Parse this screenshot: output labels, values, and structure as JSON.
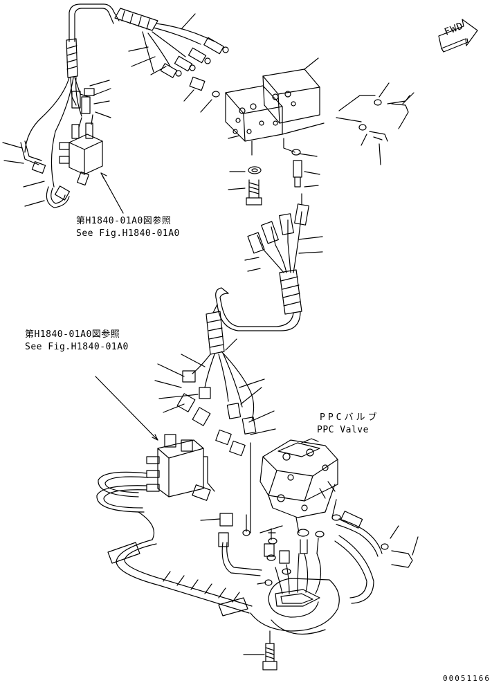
{
  "references": [
    {
      "jp": "第H1840-01A0図参照",
      "en": "See Fig.H1840-01A0"
    },
    {
      "jp": "第H1840-01A0図参照",
      "en": "See Fig.H1840-01A0"
    }
  ],
  "component": {
    "jp": "PPCバルブ",
    "en": "PPC Valve"
  },
  "forward_marker": "FWD",
  "drawing_number": "00051166"
}
